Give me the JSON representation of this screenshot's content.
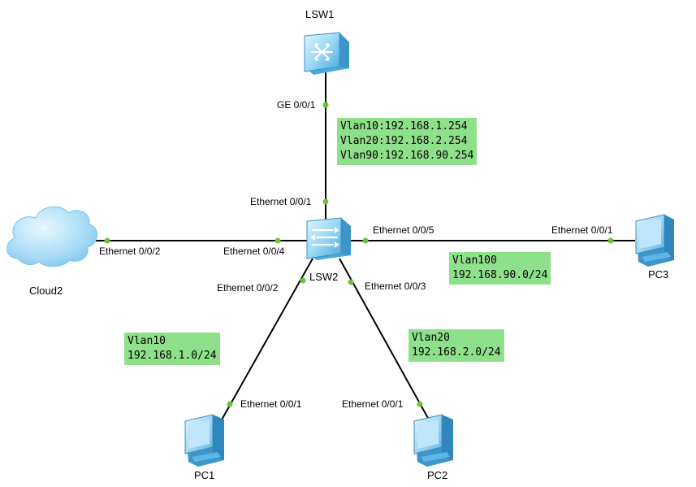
{
  "devices": {
    "lsw1": "LSW1",
    "lsw2": "LSW2",
    "cloud2": "Cloud2",
    "pc1": "PC1",
    "pc2": "PC2",
    "pc3": "PC3"
  },
  "ports": {
    "lsw1_ge001": "GE 0/0/1",
    "lsw2_e001": "Ethernet 0/0/1",
    "lsw2_e004": "Ethernet 0/0/4",
    "lsw2_e005": "Ethernet 0/0/5",
    "lsw2_e002": "Ethernet 0/0/2",
    "lsw2_e003": "Ethernet 0/0/3",
    "cloud2_e002": "Ethernet 0/0/2",
    "pc3_e001": "Ethernet 0/0/1",
    "pc1_e001": "Ethernet 0/0/1",
    "pc2_e001": "Ethernet 0/0/1"
  },
  "notes": {
    "gateways": [
      "Vlan10:192.168.1.254",
      "Vlan20:192.168.2.254",
      "Vlan90:192.168.90.254"
    ],
    "vlan100": [
      "Vlan100",
      "192.168.90.0/24"
    ],
    "vlan10": [
      "Vlan10",
      "192.168.1.0/24"
    ],
    "vlan20": [
      "Vlan20",
      "192.168.2.0/24"
    ]
  },
  "colors": {
    "note_bg": "#8fe08a",
    "port_dot": "#6dc23a",
    "link": "#000000"
  }
}
